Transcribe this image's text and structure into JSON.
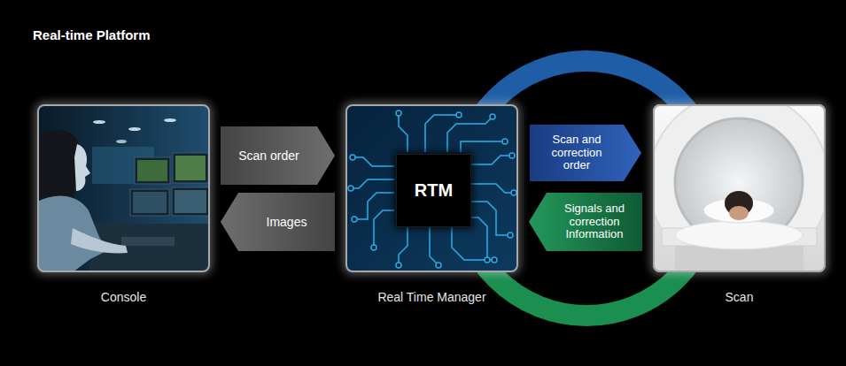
{
  "diagram": {
    "title": "Real-time Platform",
    "nodes": [
      {
        "text": [
          "Console"
        ]
      },
      {
        "text": [
          "Real Time Manager"
        ]
      },
      {
        "text": [
          "RTM"
        ],
        "in": 1
      },
      {
        "text": [
          "Scan"
        ]
      }
    ],
    "edges": [
      {
        "from": 0,
        "to": 1,
        "arrow": "to",
        "label": "Scan order"
      },
      {
        "from": 1,
        "to": 0,
        "arrow": "to",
        "label": "Images"
      },
      {
        "from": 1,
        "to": 3,
        "arrow": "to",
        "label": "Scan and correction order"
      },
      {
        "from": 3,
        "to": 1,
        "arrow": "to",
        "label": "Signals and correction Information"
      }
    ]
  }
}
